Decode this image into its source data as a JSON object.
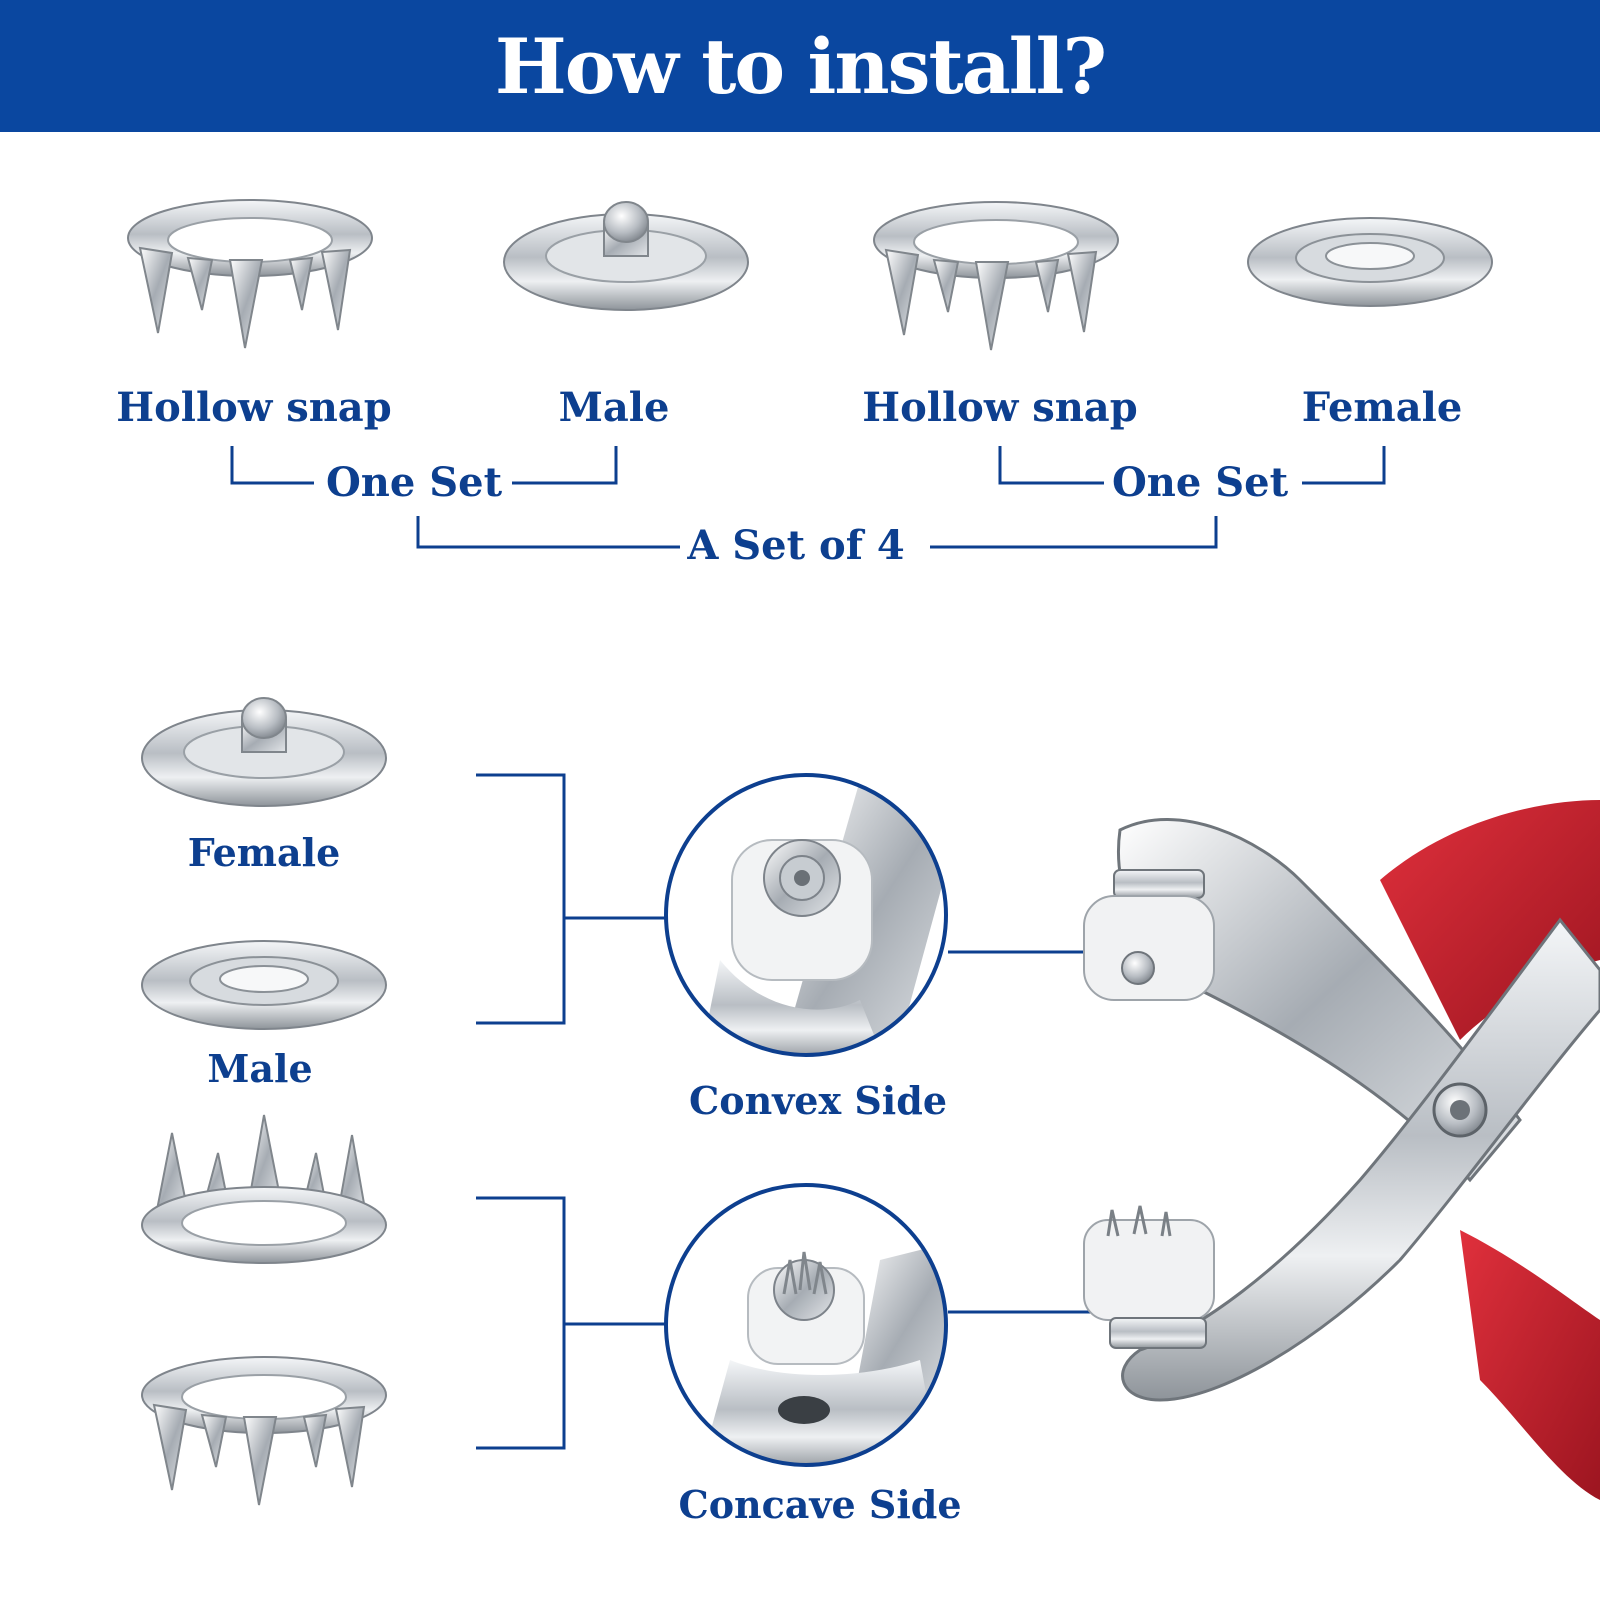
{
  "header": {
    "title": "How to install?",
    "background": "#0a47a0",
    "text_color": "#ffffff"
  },
  "accent_color": "#0d3f8f",
  "top_row": {
    "items": [
      {
        "label": "Hollow snap",
        "icon": "hollow-snap-icon"
      },
      {
        "label": "Male",
        "icon": "male-snap-icon"
      },
      {
        "label": "Hollow snap",
        "icon": "hollow-snap-icon"
      },
      {
        "label": "Female",
        "icon": "female-snap-icon"
      }
    ],
    "groups": [
      {
        "label": "One Set"
      },
      {
        "label": "One Set"
      }
    ],
    "total_label": "A Set of 4"
  },
  "left_column": {
    "items": [
      {
        "label": "Female",
        "icon": "male-stud-icon"
      },
      {
        "label": "Male",
        "icon": "female-ring-icon"
      },
      {
        "label": "",
        "icon": "prong-ring-up-icon"
      },
      {
        "label": "",
        "icon": "prong-ring-down-icon"
      }
    ]
  },
  "detail_circles": [
    {
      "label": "Convex Side",
      "icon": "convex-die-icon"
    },
    {
      "label": "Concave Side",
      "icon": "concave-die-icon"
    }
  ],
  "tool": {
    "icon": "snap-pliers-icon",
    "handle_color": "#c8202e"
  }
}
